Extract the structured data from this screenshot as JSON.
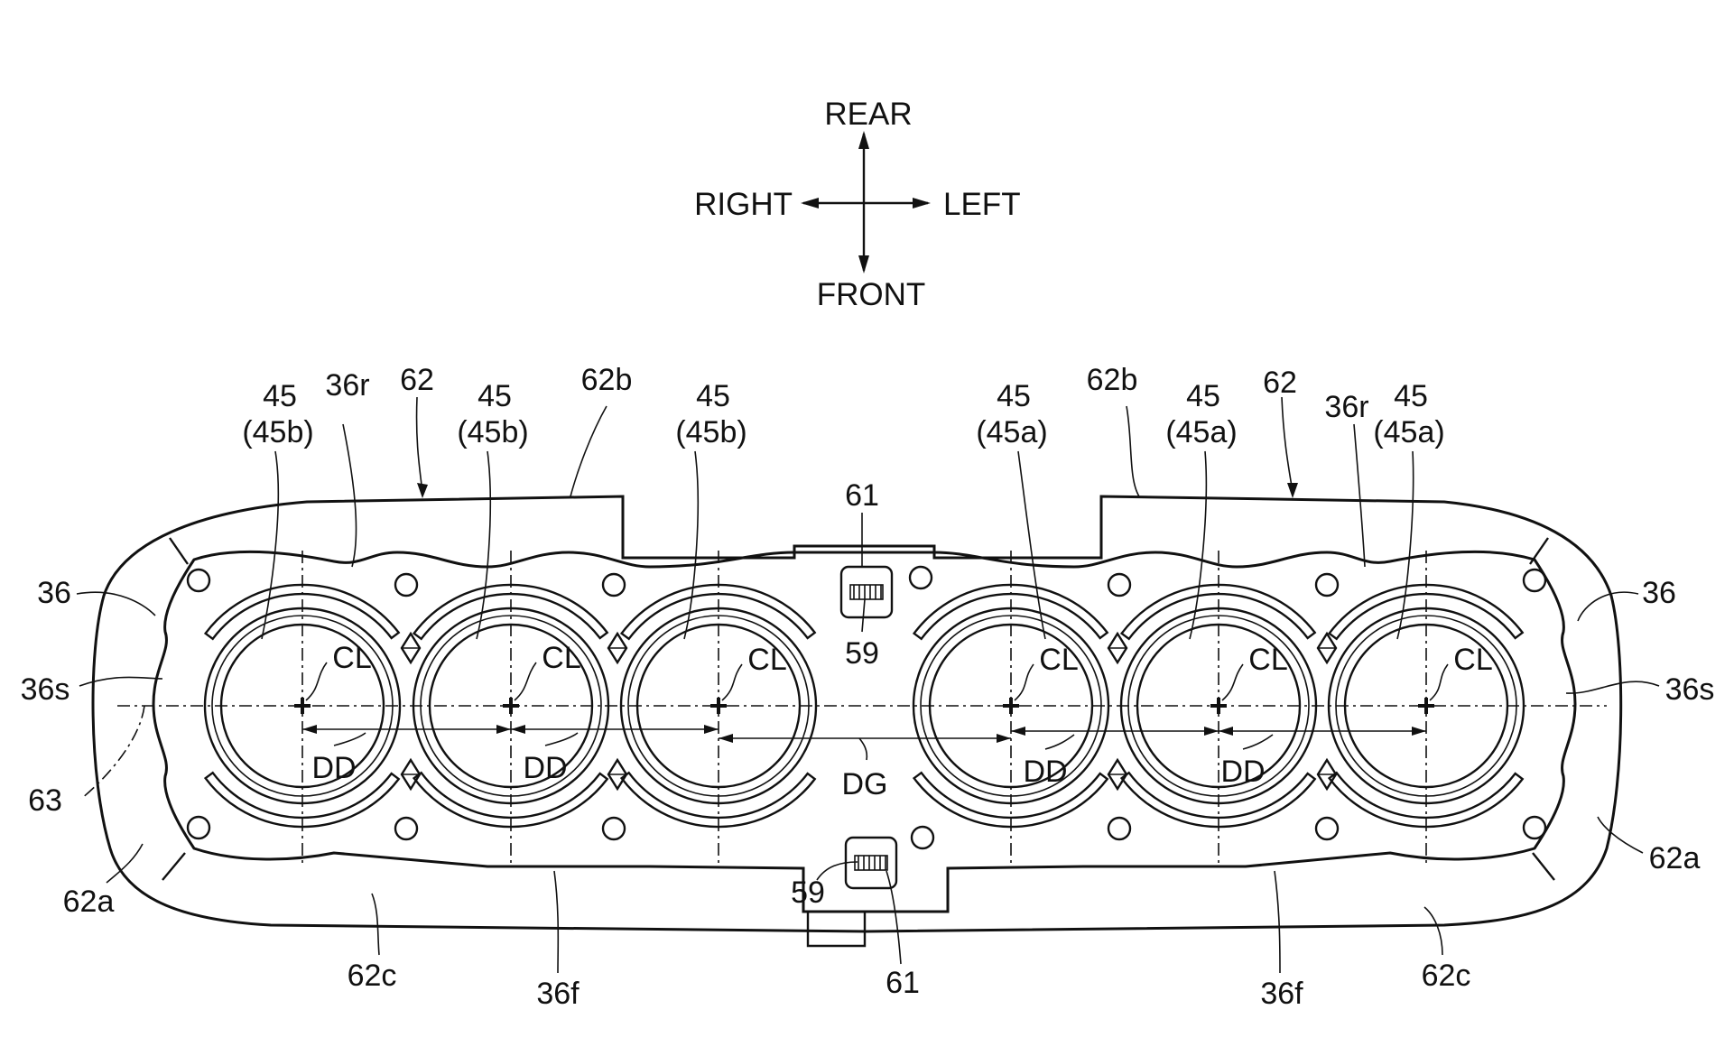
{
  "directions": {
    "rear": "REAR",
    "front": "FRONT",
    "right": "RIGHT",
    "left": "LEFT"
  },
  "cylinders": [
    {
      "num": "45",
      "sub": "(45b)",
      "cl": "CL"
    },
    {
      "num": "45",
      "sub": "(45b)",
      "cl": "CL"
    },
    {
      "num": "45",
      "sub": "(45b)",
      "cl": "CL"
    },
    {
      "num": "45",
      "sub": "(45a)",
      "cl": "CL"
    },
    {
      "num": "45",
      "sub": "(45a)",
      "cl": "CL"
    },
    {
      "num": "45",
      "sub": "(45a)",
      "cl": "CL"
    }
  ],
  "labels": {
    "gasket_left": "36",
    "gasket_right": "36",
    "side_left": "36s",
    "side_right": "36s",
    "rear_left": "36r",
    "rear_right": "36r",
    "front_left": "36f",
    "front_right": "36f",
    "cover_left": "62",
    "cover_right": "62",
    "cover_b_left": "62b",
    "cover_b_right": "62b",
    "cover_a_left": "62a",
    "cover_a_right": "62a",
    "cover_c_left": "62c",
    "cover_c_right": "62c",
    "connector_top": "61",
    "connector_bottom": "61",
    "sensor_top": "59",
    "sensor_bottom": "59",
    "axis_line": "63",
    "pitch_1": "DD",
    "pitch_2": "DD",
    "pitch_3": "DD",
    "pitch_4": "DD",
    "bank_gap": "DG"
  }
}
